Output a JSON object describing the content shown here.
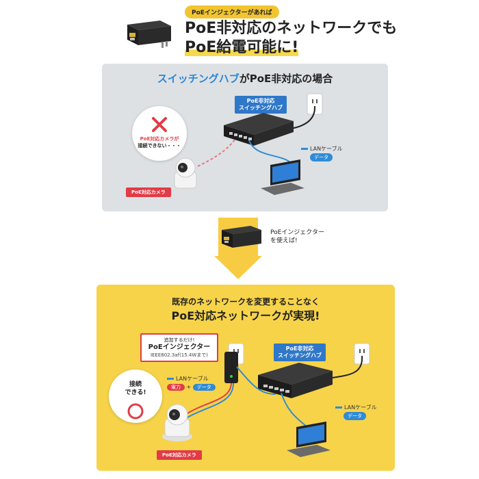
{
  "header": {
    "badge": "PoEインジェクターがあれば",
    "title_line1": "PoE非対応のネットワークでも",
    "title_line2": "PoE給電可能に!"
  },
  "top_panel": {
    "title_highlight": "スイッチングハブ",
    "title_rest": "がPoE非対応の場合",
    "hub_tag_line1": "PoE非対応",
    "hub_tag_line2": "スイッチングハブ",
    "bubble_line1": "PoE対応カメラが",
    "bubble_line2": "接続できない・・・",
    "camera_label": "PoE対応カメラ",
    "lan_label": "LANケーブル",
    "lan_chip": "データ"
  },
  "arrow": {
    "text_line1": "PoEインジェクター",
    "text_line2": "を使えば!"
  },
  "bottom_panel": {
    "title_line1": "既存のネットワークを変更することなく",
    "title_line2": "PoE対応ネットワークが実現!",
    "callout_line1": "追加するだけ!",
    "callout_line2": "PoEインジェクター",
    "callout_line3": "IEEE802.3af(15.4Wまで)",
    "hub_tag_line1": "PoE非対応",
    "hub_tag_line2": "スイッチングハブ",
    "lan_label_left": "LANケーブル",
    "chip_power": "電力",
    "chip_plus": "+",
    "chip_data": "データ",
    "bubble_line1": "接続",
    "bubble_line2": "できる!",
    "camera_label": "PoE対応カメラ",
    "lan_label_right": "LANケーブル",
    "lan_chip_right": "データ"
  },
  "colors": {
    "accent_yellow": "#f7d34a",
    "panel_grey": "#dde1e4",
    "blue": "#2f77c8",
    "red": "#e23b45"
  }
}
